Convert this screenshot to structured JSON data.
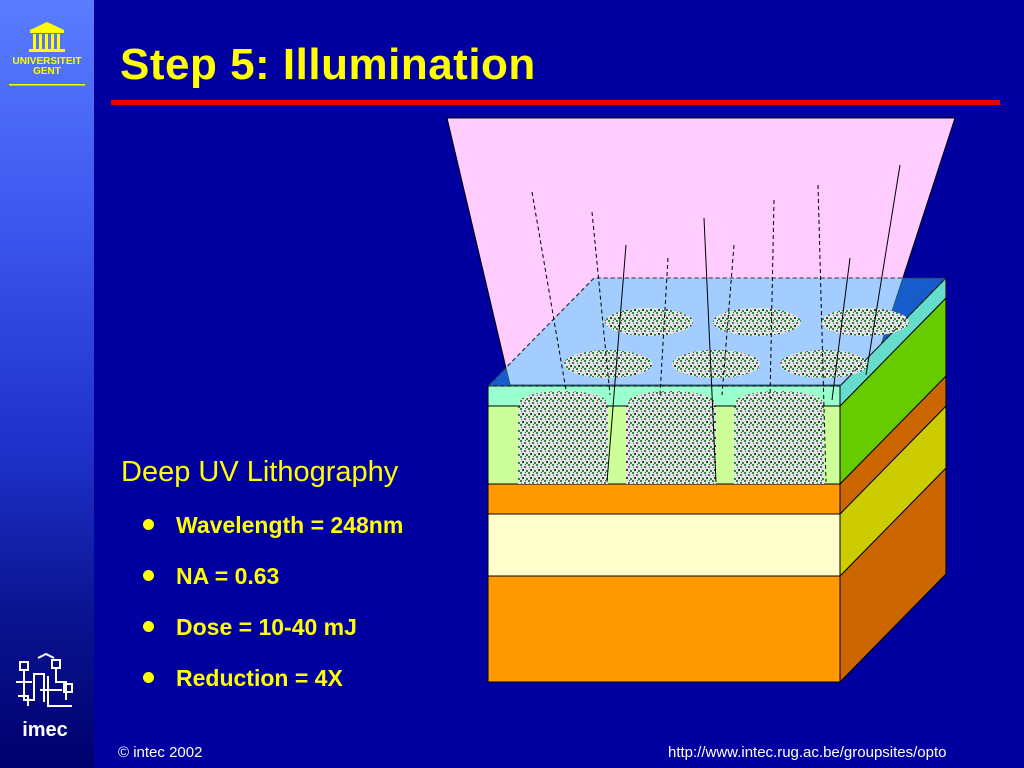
{
  "slide": {
    "title": "Step 5: Illumination",
    "section_heading": "Deep UV Lithography",
    "bullets": [
      "Wavelength = 248nm",
      "NA = 0.63",
      "Dose = 10-40 mJ",
      "Reduction = 4X"
    ]
  },
  "logos": {
    "university": [
      "UNIVERSITEIT",
      "GENT"
    ],
    "institute": "imec"
  },
  "footer": {
    "copyright": "© intec 2002",
    "url": "http://www.intec.rug.ac.be/groupsites/opto"
  },
  "colors": {
    "background": "#0000a0",
    "title": "#ffff00",
    "title_rule": "#ee0000",
    "light_cone": "#ffccff",
    "resist": "#ccff99",
    "orange_layer": "#ff9900",
    "cream_layer": "#ffffcc",
    "green_side": "#66cc00"
  }
}
